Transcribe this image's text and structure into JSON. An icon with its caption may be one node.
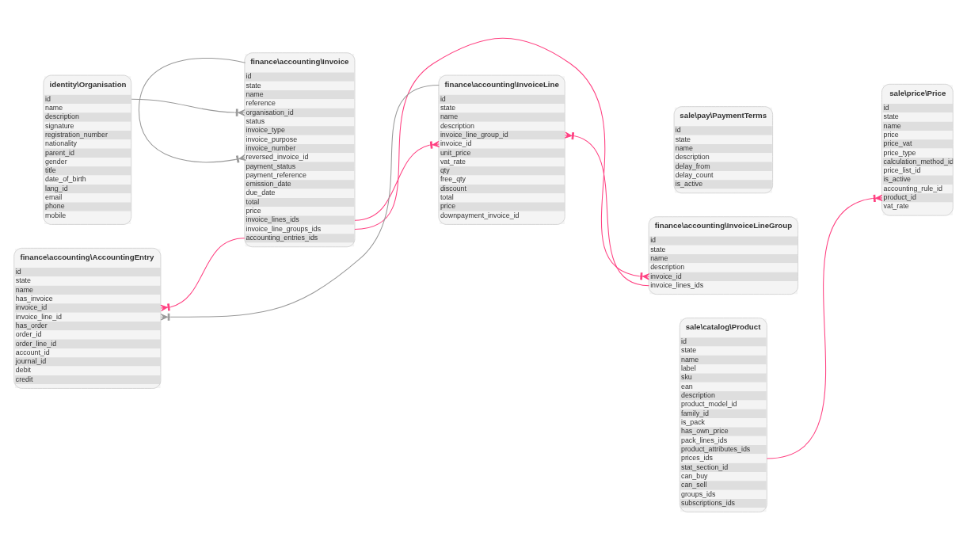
{
  "diagram": {
    "nodes": [
      {
        "text": [
          "identity\\Organisation",
          "id",
          "name",
          "description",
          "signature",
          "registration_number",
          "nationality",
          "parent_id",
          "gender",
          "title",
          "date_of_birth",
          "lang_id",
          "email",
          "phone",
          "mobile"
        ]
      },
      {
        "text": [
          "finance\\accounting\\Invoice",
          "id",
          "state",
          "name",
          "reference",
          "organisation_id",
          "status",
          "invoice_type",
          "invoice_purpose",
          "invoice_number",
          "reversed_invoice_id",
          "payment_status",
          "payment_reference",
          "emission_date",
          "due_date",
          "total",
          "price",
          "invoice_lines_ids",
          "invoice_line_groups_ids",
          "accounting_entries_ids"
        ]
      },
      {
        "text": [
          "sale\\pay\\PaymentTerms",
          "id",
          "state",
          "name",
          "description",
          "delay_from",
          "delay_count",
          "is_active"
        ]
      },
      {
        "text": [
          "finance\\accounting\\InvoiceLineGroup",
          "id",
          "state",
          "name",
          "description",
          "invoice_id",
          "invoice_lines_ids"
        ]
      },
      {
        "text": [
          "finance\\accounting\\AccountingEntry",
          "id",
          "state",
          "name",
          "has_invoice",
          "invoice_id",
          "invoice_line_id",
          "has_order",
          "order_id",
          "order_line_id",
          "account_id",
          "journal_id",
          "debit",
          "credit"
        ]
      },
      {
        "text": [
          "finance\\accounting\\InvoiceLine",
          "id",
          "state",
          "name",
          "description",
          "invoice_line_group_id",
          "invoice_id",
          "unit_price",
          "vat_rate",
          "qty",
          "free_qty",
          "discount",
          "total",
          "price",
          "downpayment_invoice_id"
        ]
      },
      {
        "text": [
          "sale\\catalog\\Product",
          "id",
          "state",
          "name",
          "label",
          "sku",
          "ean",
          "description",
          "product_model_id",
          "family_id",
          "is_pack",
          "has_own_price",
          "pack_lines_ids",
          "product_attributes_ids",
          "prices_ids",
          "stat_section_id",
          "can_buy",
          "can_sell",
          "groups_ids",
          "subscriptions_ids"
        ]
      },
      {
        "text": [
          "sale\\price\\Price",
          "id",
          "state",
          "name",
          "price",
          "price_vat",
          "price_type",
          "calculation_method_id",
          "price_list_id",
          "is_active",
          "accounting_rule_id",
          "product_id",
          "vat_rate"
        ]
      }
    ],
    "edges": [
      {
        "from": 0,
        "to": 1,
        "arrow": "other",
        "color": "#999999"
      },
      {
        "from": 1,
        "to": 1,
        "arrow": "other",
        "color": "#999999"
      },
      {
        "from": 1,
        "to": 5,
        "arrow": "other"
      },
      {
        "from": 1,
        "to": 4,
        "arrow": "other"
      },
      {
        "from": 1,
        "to": 3,
        "arrow": "other"
      },
      {
        "from": 5,
        "to": 4,
        "arrow": "other",
        "color": "#999999"
      },
      {
        "from": 3,
        "to": 5,
        "arrow": "other"
      },
      {
        "from": 6,
        "to": 7,
        "arrow": "other"
      }
    ]
  }
}
